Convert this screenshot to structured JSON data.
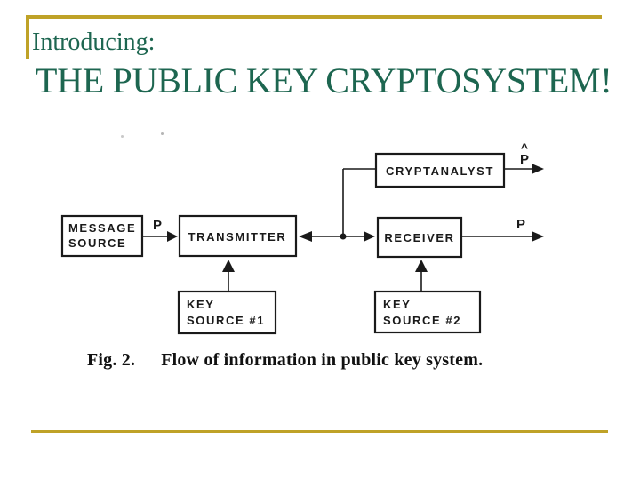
{
  "colors": {
    "title_green": "#1d6650",
    "accent_gold": "#bfa227",
    "diagram_ink": "#1a1a1a"
  },
  "slide": {
    "title_line1": "Introducing:",
    "title_line2": "THE PUBLIC KEY CRYPTOSYSTEM!"
  },
  "diagram": {
    "boxes": [
      {
        "id": "message-source",
        "lines": [
          "MESSAGE",
          "SOURCE"
        ]
      },
      {
        "id": "transmitter",
        "lines": [
          "TRANSMITTER"
        ]
      },
      {
        "id": "cryptanalyst",
        "lines": [
          "CRYPTANALYST"
        ]
      },
      {
        "id": "receiver",
        "lines": [
          "RECEIVER"
        ]
      },
      {
        "id": "key-source-1",
        "lines": [
          "KEY",
          "SOURCE #1"
        ]
      },
      {
        "id": "key-source-2",
        "lines": [
          "KEY",
          "SOURCE #2"
        ]
      }
    ],
    "labels": {
      "p_in": "P",
      "p_hat_accent": "^",
      "p_hat_letter": "P",
      "p_out": "P"
    },
    "caption": {
      "fig_label": "Fig. 2.",
      "text": "Flow of information in public key system."
    }
  }
}
